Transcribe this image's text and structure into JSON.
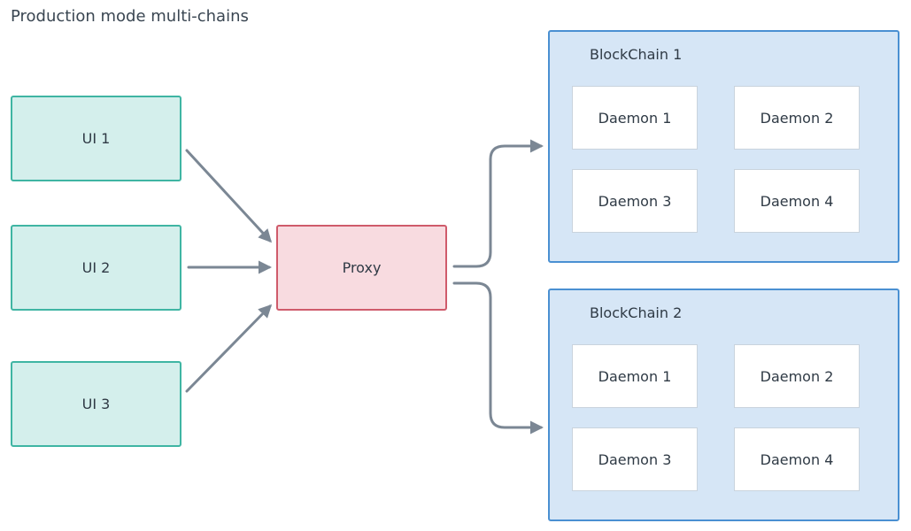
{
  "title": "Production mode multi-chains",
  "ui_nodes": [
    "UI 1",
    "UI 2",
    "UI 3"
  ],
  "proxy": "Proxy",
  "chains": [
    {
      "label": "BlockChain 1",
      "daemons": [
        "Daemon 1",
        "Daemon 2",
        "Daemon 3",
        "Daemon 4"
      ]
    },
    {
      "label": "BlockChain 2",
      "daemons": [
        "Daemon 1",
        "Daemon 2",
        "Daemon 3",
        "Daemon 4"
      ]
    }
  ],
  "colors": {
    "ui_fill": "#d4efec",
    "ui_border": "#3fb5a3",
    "proxy_fill": "#f8dbe0",
    "proxy_border": "#cf5b6b",
    "chain_fill": "#d6e6f6",
    "chain_border": "#4a90d2",
    "edge": "#7b8794"
  }
}
